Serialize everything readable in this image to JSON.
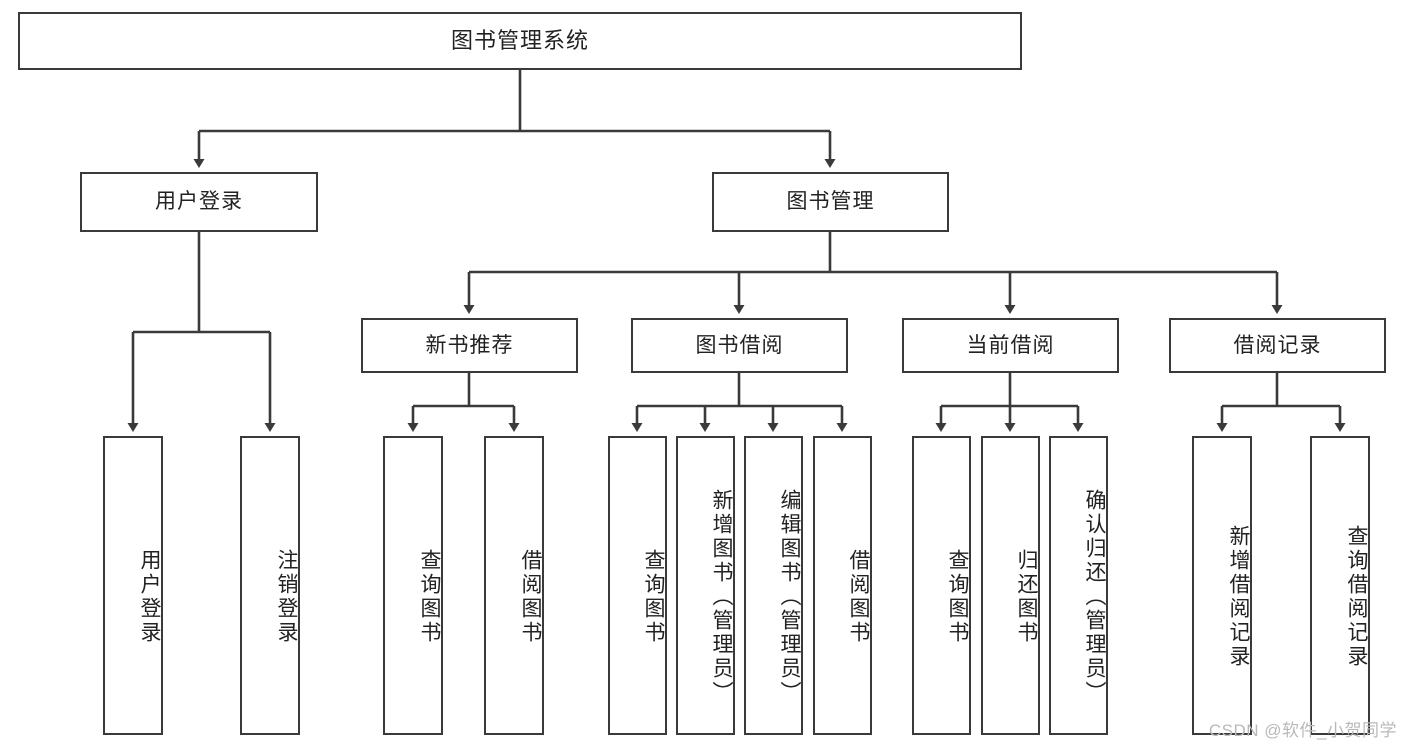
{
  "diagram": {
    "title": "图书管理系统",
    "type": "tree-hierarchy-chart",
    "watermark": "CSDN @软件_小贺同学",
    "colors": {
      "stroke": "#3a3a3a",
      "fill": "#ffffff",
      "text": "#222222",
      "watermark": "#b9b9b9"
    },
    "levels": {
      "root": {
        "label": "图书管理系统"
      },
      "level2": [
        {
          "id": "user-login",
          "label": "用户登录"
        },
        {
          "id": "book-manage",
          "label": "图书管理"
        }
      ],
      "level3": [
        {
          "id": "new-book-recommend",
          "label": "新书推荐",
          "parent": "book-manage"
        },
        {
          "id": "book-borrow",
          "label": "图书借阅",
          "parent": "book-manage"
        },
        {
          "id": "current-borrow",
          "label": "当前借阅",
          "parent": "book-manage"
        },
        {
          "id": "borrow-record",
          "label": "借阅记录",
          "parent": "book-manage"
        }
      ],
      "leaves": [
        {
          "id": "leaf-user-login",
          "label": "用户登录",
          "parent": "user-login"
        },
        {
          "id": "leaf-user-logout",
          "label": "注销登录",
          "parent": "user-login"
        },
        {
          "id": "leaf-query-book-1",
          "label": "查询图书",
          "parent": "new-book-recommend"
        },
        {
          "id": "leaf-borrow-book-1",
          "label": "借阅图书",
          "parent": "new-book-recommend"
        },
        {
          "id": "leaf-query-book-2",
          "label": "查询图书",
          "parent": "book-borrow"
        },
        {
          "id": "leaf-add-book",
          "label": "新增图书（管理员）",
          "parent": "book-borrow"
        },
        {
          "id": "leaf-edit-book",
          "label": "编辑图书（管理员）",
          "parent": "book-borrow"
        },
        {
          "id": "leaf-borrow-book-2",
          "label": "借阅图书",
          "parent": "book-borrow"
        },
        {
          "id": "leaf-query-book-3",
          "label": "查询图书",
          "parent": "current-borrow"
        },
        {
          "id": "leaf-return-book",
          "label": "归还图书",
          "parent": "current-borrow"
        },
        {
          "id": "leaf-confirm-return",
          "label": "确认归还（管理员）",
          "parent": "current-borrow"
        },
        {
          "id": "leaf-add-record",
          "label": "新增借阅记录",
          "parent": "borrow-record"
        },
        {
          "id": "leaf-query-record",
          "label": "查询借阅记录",
          "parent": "borrow-record"
        }
      ]
    }
  }
}
